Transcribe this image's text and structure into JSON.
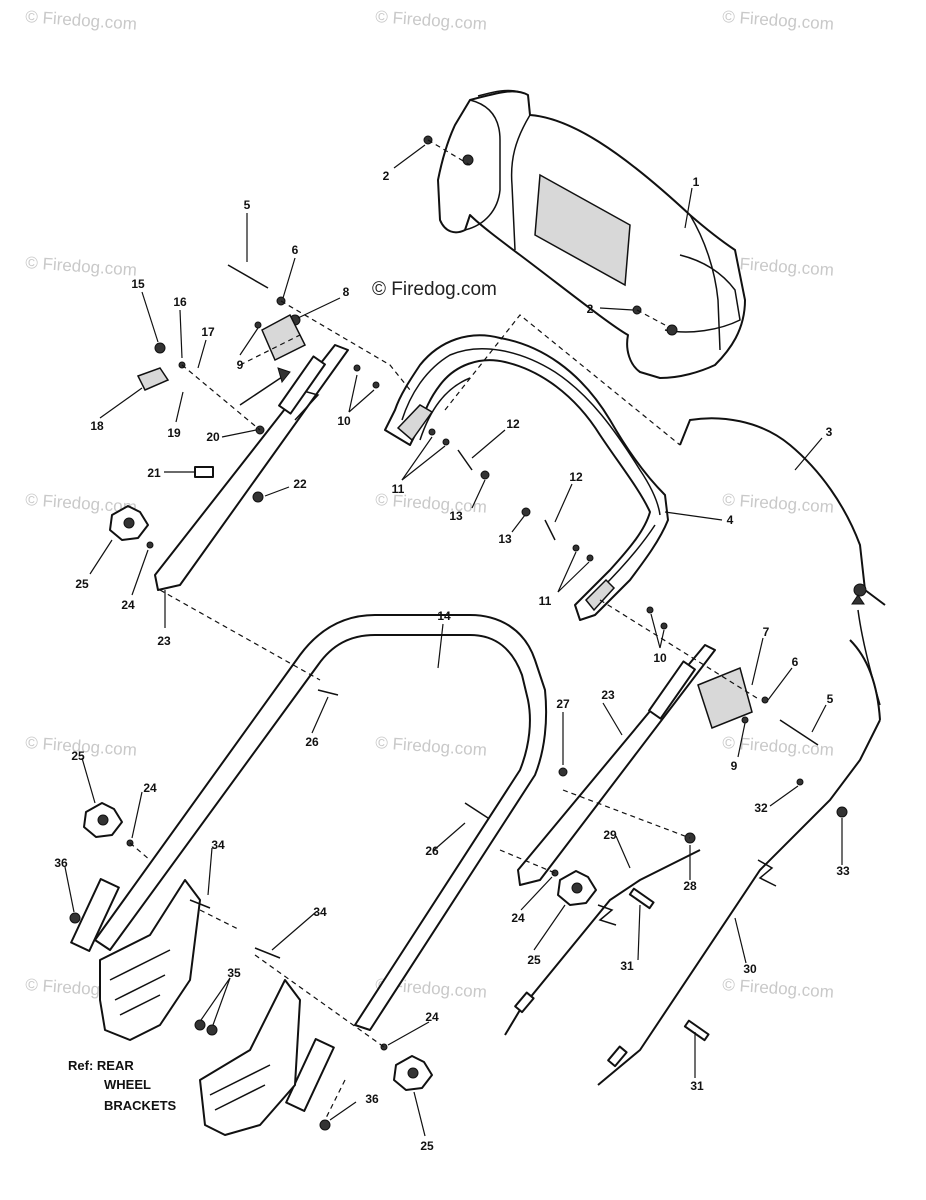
{
  "watermark": "© Firedog.com",
  "center_credit": "© Firedog.com",
  "reference_note": {
    "line1": "Ref: REAR",
    "line2": "WHEEL",
    "line3": "BRACKETS"
  },
  "callouts": [
    {
      "id": "c1",
      "text": "1"
    },
    {
      "id": "c2a",
      "text": "2"
    },
    {
      "id": "c2b",
      "text": "2"
    },
    {
      "id": "c3",
      "text": "3"
    },
    {
      "id": "c4",
      "text": "4"
    },
    {
      "id": "c5a",
      "text": "5"
    },
    {
      "id": "c5b",
      "text": "5"
    },
    {
      "id": "c6a",
      "text": "6"
    },
    {
      "id": "c6b",
      "text": "6"
    },
    {
      "id": "c7",
      "text": "7"
    },
    {
      "id": "c8",
      "text": "8"
    },
    {
      "id": "c9a",
      "text": "9"
    },
    {
      "id": "c9b",
      "text": "9"
    },
    {
      "id": "c10a",
      "text": "10"
    },
    {
      "id": "c10b",
      "text": "10"
    },
    {
      "id": "c11a",
      "text": "11"
    },
    {
      "id": "c11b",
      "text": "11"
    },
    {
      "id": "c12a",
      "text": "12"
    },
    {
      "id": "c12b",
      "text": "12"
    },
    {
      "id": "c13a",
      "text": "13"
    },
    {
      "id": "c13b",
      "text": "13"
    },
    {
      "id": "c14",
      "text": "14"
    },
    {
      "id": "c15",
      "text": "15"
    },
    {
      "id": "c16",
      "text": "16"
    },
    {
      "id": "c17",
      "text": "17"
    },
    {
      "id": "c18",
      "text": "18"
    },
    {
      "id": "c19",
      "text": "19"
    },
    {
      "id": "c20",
      "text": "20"
    },
    {
      "id": "c21",
      "text": "21"
    },
    {
      "id": "c22",
      "text": "22"
    },
    {
      "id": "c23a",
      "text": "23"
    },
    {
      "id": "c23b",
      "text": "23"
    },
    {
      "id": "c24a",
      "text": "24"
    },
    {
      "id": "c24b",
      "text": "24"
    },
    {
      "id": "c24c",
      "text": "24"
    },
    {
      "id": "c24d",
      "text": "24"
    },
    {
      "id": "c25a",
      "text": "25"
    },
    {
      "id": "c25b",
      "text": "25"
    },
    {
      "id": "c25c",
      "text": "25"
    },
    {
      "id": "c25d",
      "text": "25"
    },
    {
      "id": "c26a",
      "text": "26"
    },
    {
      "id": "c26b",
      "text": "26"
    },
    {
      "id": "c27",
      "text": "27"
    },
    {
      "id": "c28",
      "text": "28"
    },
    {
      "id": "c29",
      "text": "29"
    },
    {
      "id": "c30",
      "text": "30"
    },
    {
      "id": "c31a",
      "text": "31"
    },
    {
      "id": "c31b",
      "text": "31"
    },
    {
      "id": "c32",
      "text": "32"
    },
    {
      "id": "c33",
      "text": "33"
    },
    {
      "id": "c34a",
      "text": "34"
    },
    {
      "id": "c34b",
      "text": "34"
    },
    {
      "id": "c35",
      "text": "35"
    },
    {
      "id": "c36a",
      "text": "36"
    },
    {
      "id": "c36b",
      "text": "36"
    }
  ],
  "colors": {
    "ink": "#111111",
    "watermark": "#c9c9c9",
    "background": "#ffffff"
  }
}
